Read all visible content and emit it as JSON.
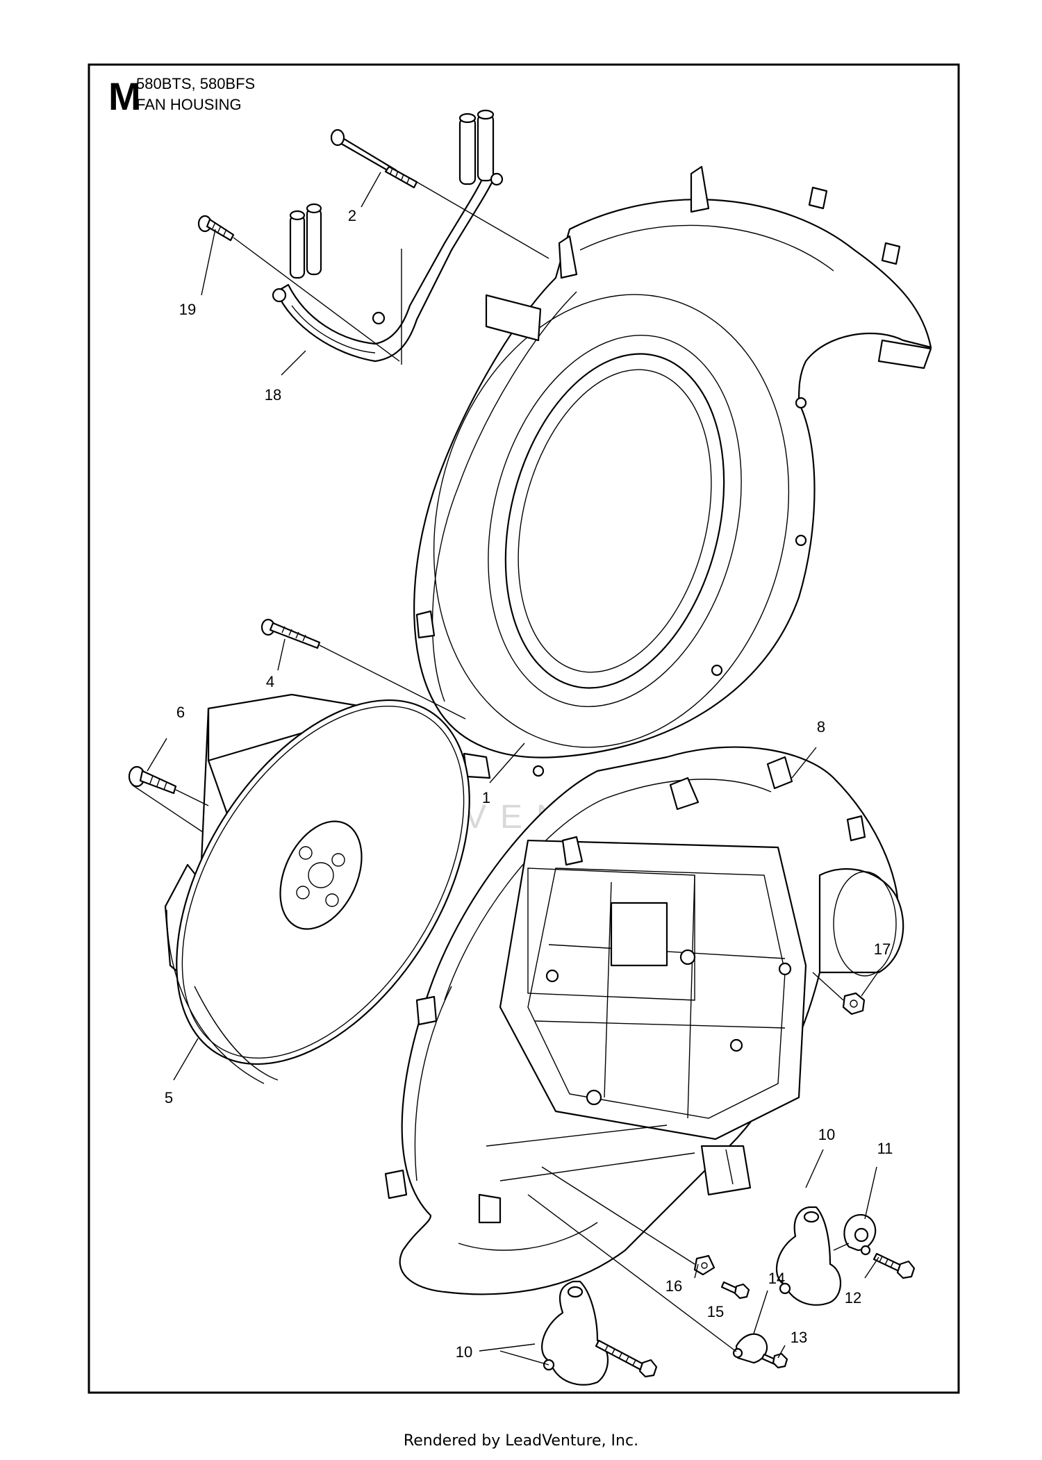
{
  "header": {
    "section_letter": "M",
    "models": "580BTS, 580BFS",
    "title": "FAN HOUSING"
  },
  "callouts": [
    "2",
    "19",
    "18",
    "4",
    "6",
    "8",
    "1",
    "5",
    "17",
    "10",
    "11",
    "16",
    "14",
    "15",
    "13",
    "12",
    "10"
  ],
  "watermark": {
    "text": "LEADVENTURE"
  },
  "footer": {
    "text": "Rendered by LeadVenture, Inc."
  }
}
